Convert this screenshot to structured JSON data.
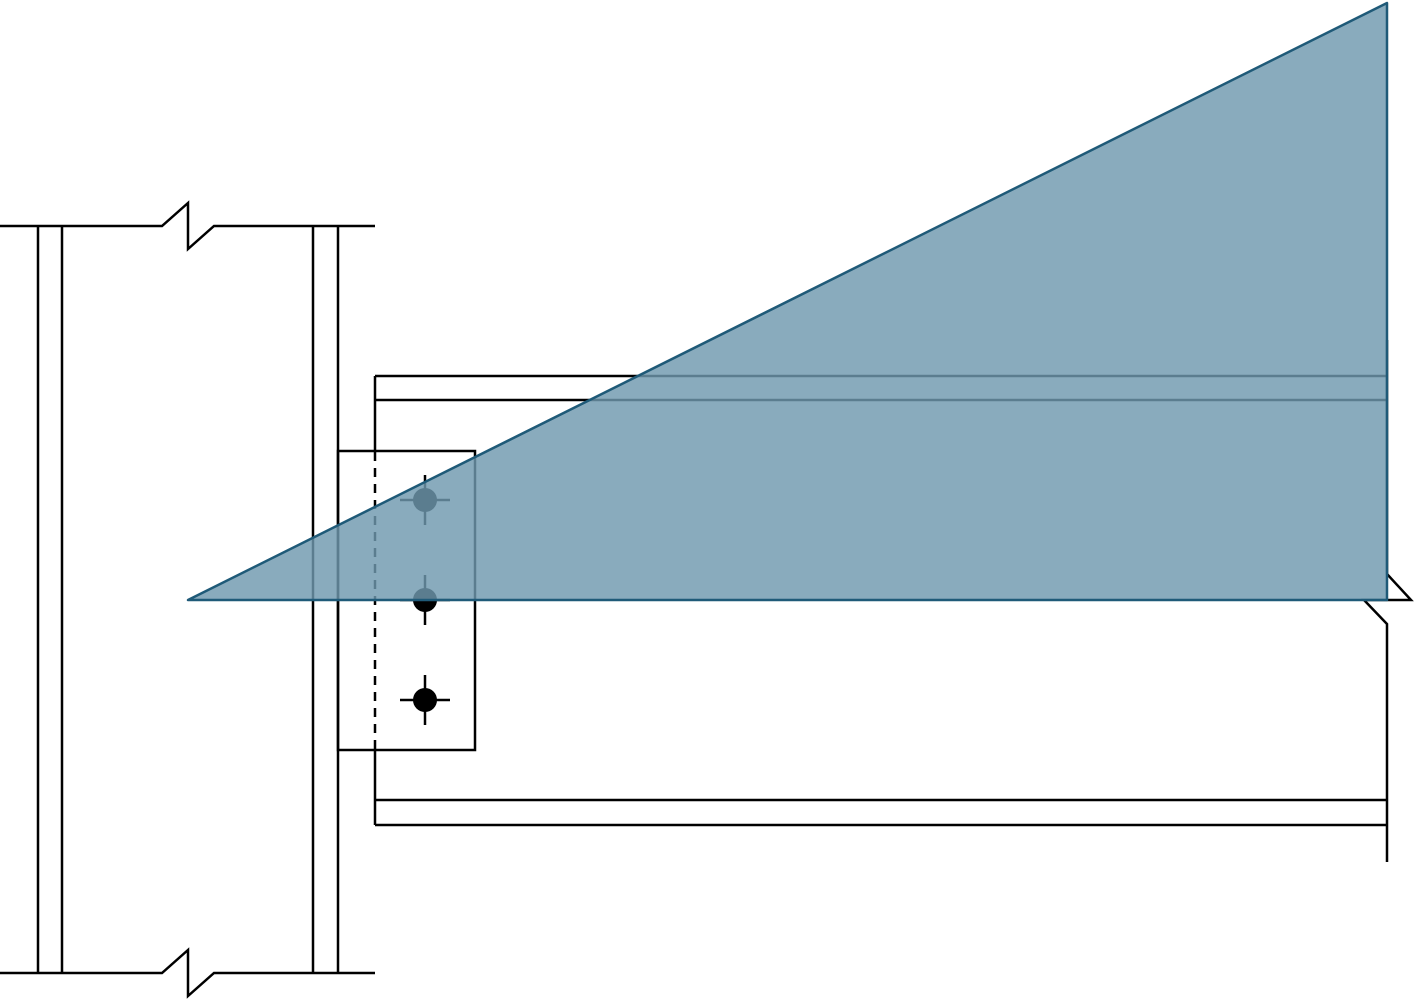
{
  "diagram": {
    "kind": "shear-tab beam-to-column connection",
    "bolt_count": 3,
    "colors": {
      "line": "#000000",
      "background": "#ffffff",
      "overlay_fill": "#6f98ae",
      "overlay_fill_opacity": 0.82,
      "overlay_stroke": "#1f5a78"
    }
  }
}
